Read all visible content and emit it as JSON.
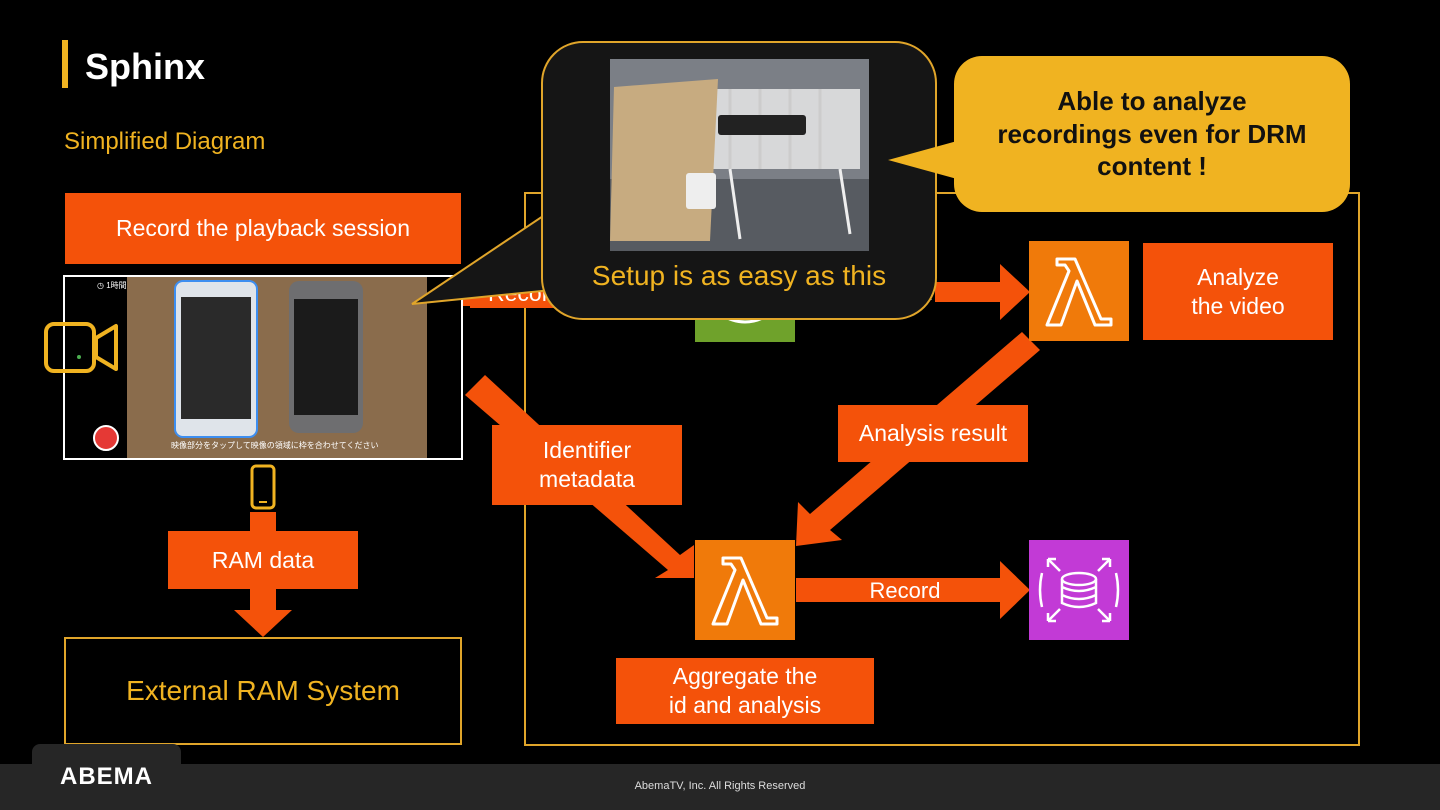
{
  "title": "Sphinx",
  "subtitle": "Simplified Diagram",
  "left": {
    "record_label": "Record the playback session",
    "screen_timer": "1時間",
    "screen_hint": "映像部分をタップして映像の領域に枠を合わせてください",
    "ram_data_label": "RAM data",
    "external_system": "External RAM System"
  },
  "flow": {
    "record_left": "Record",
    "record_right_fragment": "r",
    "analyze": "Analyze\nthe video",
    "identifier": "Identifier\nmetadata",
    "analysis_result": "Analysis result",
    "record_bottom": "Record",
    "aggregate": "Aggregate the\nid and analysis"
  },
  "callouts": {
    "setup_caption": "Setup is as easy as this",
    "drm_note": "Able to analyze\nrecordings even for DRM\ncontent !"
  },
  "icons": [
    "video-camera-icon",
    "smartphone-icon",
    "record-dot-icon",
    "lambda-icon",
    "s3-bucket-icon",
    "dynamodb-icon"
  ],
  "colors": {
    "accent": "#f0b321",
    "orange": "#f4520a",
    "lambda": "#f07a0a",
    "dynamodb": "#c23ad6",
    "s3": "#6fa22b"
  },
  "footer": {
    "logo": "ABEMA",
    "copyright": "AbemaTV, Inc. All Rights Reserved"
  }
}
